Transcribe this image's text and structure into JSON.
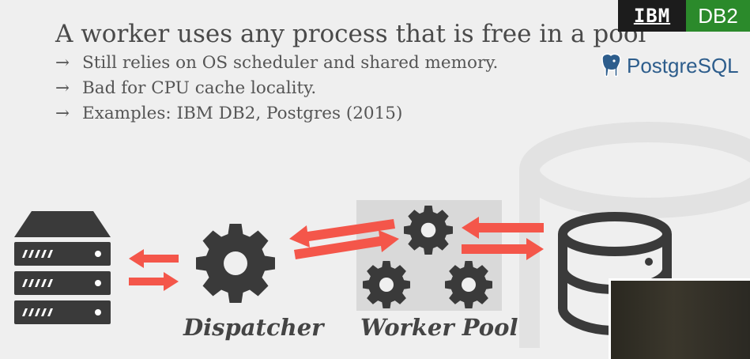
{
  "slide": {
    "title": "A worker uses any process that is free in a pool",
    "bullets": [
      "Still relies on OS scheduler and shared memory.",
      "Bad for CPU cache locality.",
      "Examples: IBM DB2, Postgres (2015)"
    ],
    "bullet_glyph": "→"
  },
  "logos": {
    "ibm": "IBM",
    "db2": "DB2",
    "postgres": "PostgreSQL"
  },
  "diagram": {
    "dispatcher_label": "Dispatcher",
    "worker_pool_label": "Worker Pool"
  },
  "colors": {
    "arrow": "#f4564a",
    "icon": "#3a3a3a",
    "pool_box": "#d9d9d9",
    "db2_green": "#2b8a2b"
  }
}
